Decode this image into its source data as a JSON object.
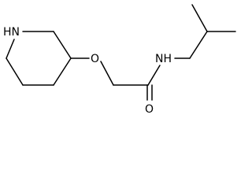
{
  "molecule": {
    "atoms": {
      "ring_nitrogen": "HN",
      "ether_oxygen": "O",
      "amide_nitrogen": "NH",
      "carbonyl_oxygen": "O"
    },
    "colors": {
      "bond": "#000000",
      "label": "#000000",
      "background": "#ffffff"
    }
  }
}
